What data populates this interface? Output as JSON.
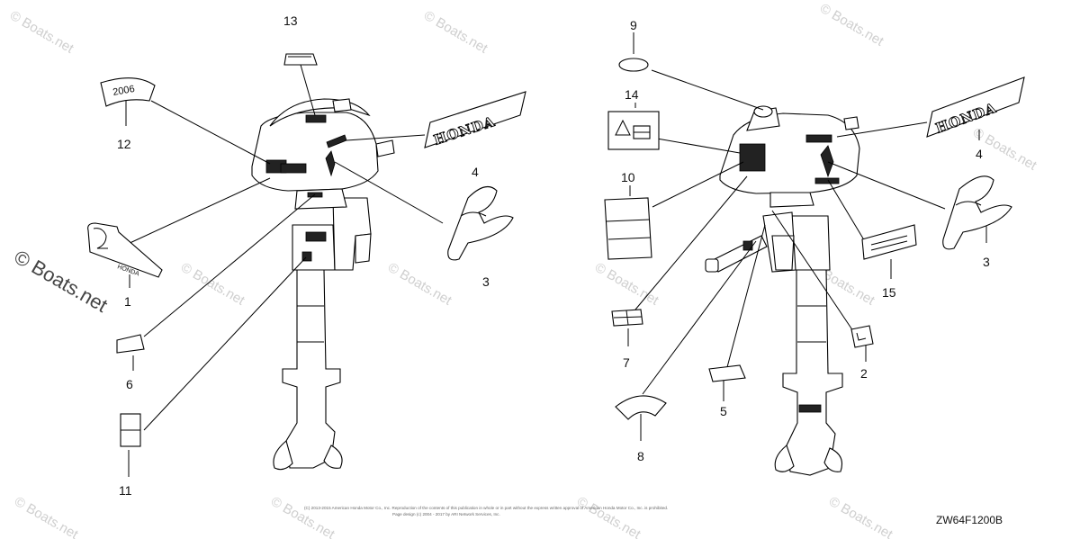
{
  "watermarks": [
    "© Boats.net",
    "© Boats.net",
    "© Boats.net",
    "© Boats.net",
    "© Boats.net",
    "© Boats.net",
    "© Boats.net",
    "© Boats.net",
    "© Boats.net",
    "© Boats.net",
    "© Boats.net",
    "© Boats.net"
  ],
  "main_watermark": "© Boats.net",
  "left_callouts": {
    "c13": "13",
    "c12": "12",
    "c4": "4",
    "c1": "1",
    "c3": "3",
    "c6": "6",
    "c11": "11"
  },
  "right_callouts": {
    "c9": "9",
    "c14": "14",
    "c4": "4",
    "c10": "10",
    "c3": "3",
    "c15": "15",
    "c7": "7",
    "c2": "2",
    "c5": "5",
    "c8": "8"
  },
  "labels": {
    "honda_left": "HONDA",
    "honda_right": "HONDA",
    "badge_honda_small": "HONDA",
    "year_tag": "2006"
  },
  "footer": {
    "copyright_line1": "(C) 2013-2015 American Honda Motor Co., Inc. Reproduction of the contents of this publication in whole or in part without the express written approval of American Honda Motor Co., Inc. is prohibited.",
    "copyright_line2": "Page design (c) 2004 - 2017 by ARI Network Services, Inc.",
    "diagram_code": "ZW64F1200B"
  }
}
